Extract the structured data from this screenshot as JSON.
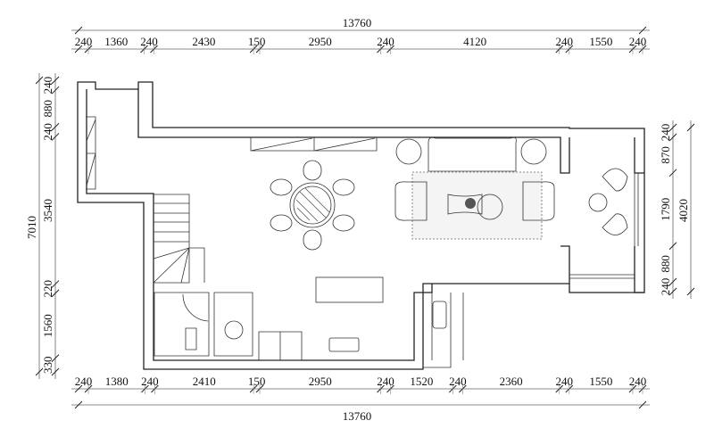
{
  "top_dims": {
    "total": "13760",
    "segments": [
      "240",
      "1360",
      "240",
      "2430",
      "150",
      "2950",
      "240",
      "4120",
      "240",
      "1550",
      "240"
    ]
  },
  "bottom_dims": {
    "total": "13760",
    "segments": [
      "240",
      "1380",
      "240",
      "2410",
      "150",
      "2950",
      "240",
      "1520",
      "240",
      "2360",
      "240",
      "1550",
      "240"
    ]
  },
  "left_dims": {
    "total": "7010",
    "segments": [
      "240",
      "880",
      "240",
      "3540",
      "220",
      "1560",
      "330"
    ]
  },
  "right_dims": {
    "total": "4020",
    "segments": [
      "240",
      "870",
      "1790",
      "880",
      "240"
    ]
  }
}
